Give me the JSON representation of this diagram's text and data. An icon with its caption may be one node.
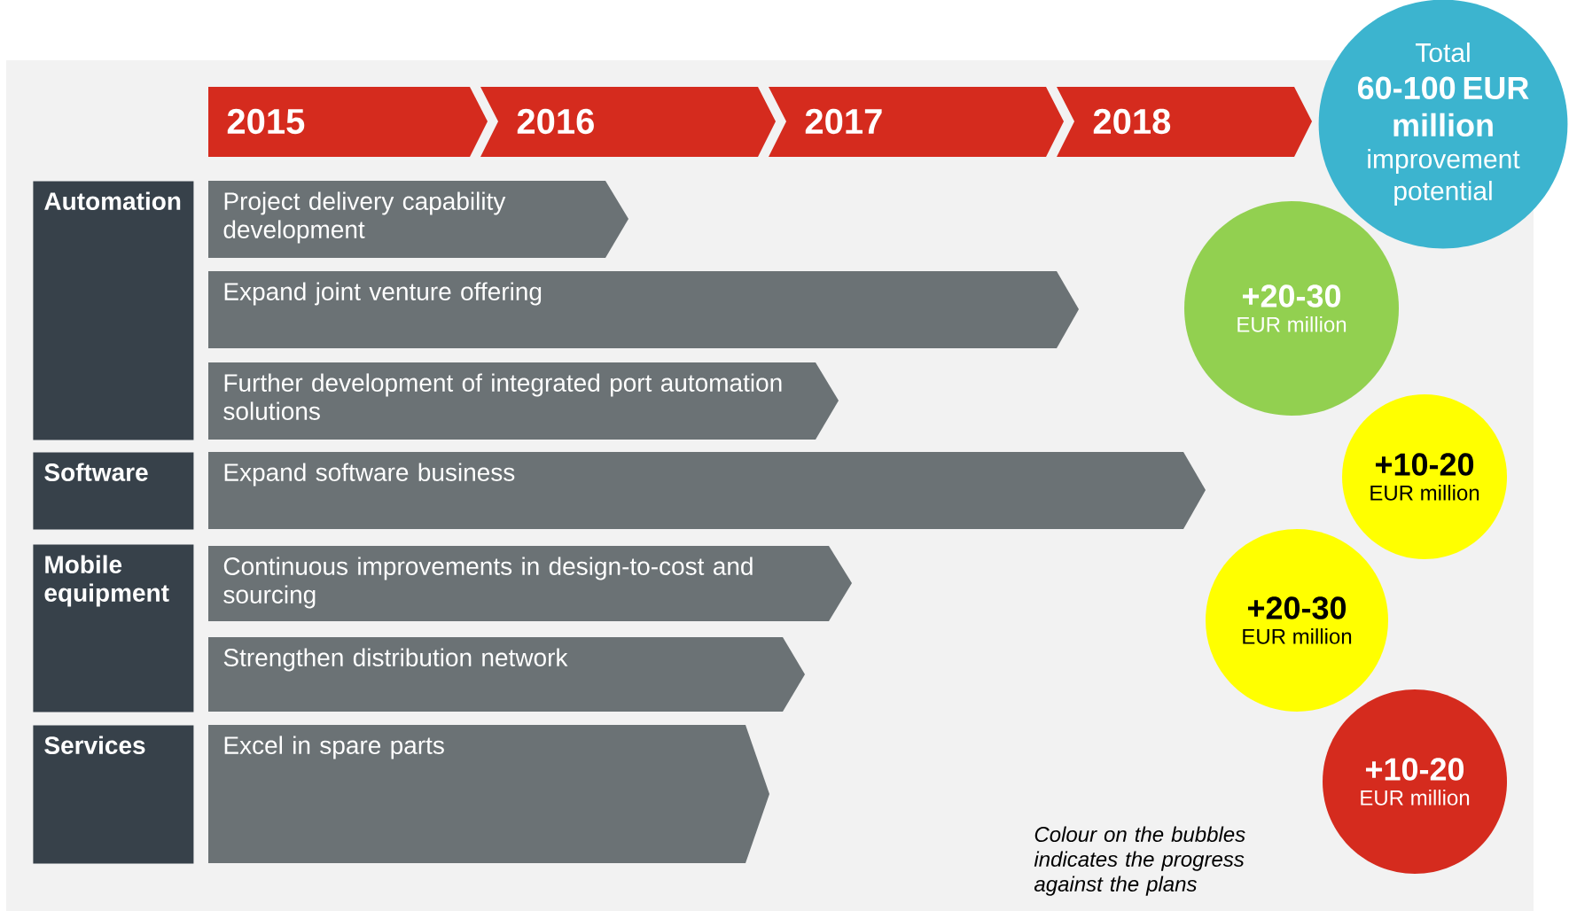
{
  "diagram": {
    "nodes": [
      {
        "text": [
          "2015"
        ]
      },
      {
        "text": [
          "2016"
        ]
      },
      {
        "text": [
          "2017"
        ]
      },
      {
        "text": [
          "2018"
        ]
      },
      {
        "text": [
          "Automation"
        ]
      },
      {
        "text": [
          "Software"
        ]
      },
      {
        "text": [
          "Mobile equipment"
        ]
      },
      {
        "text": [
          "Services"
        ]
      },
      {
        "text": [
          "Project delivery capability development"
        ]
      },
      {
        "text": [
          "Expand joint venture offering"
        ]
      },
      {
        "text": [
          "Further development of integrated port automation solutions"
        ]
      },
      {
        "text": [
          "Expand software business"
        ]
      },
      {
        "text": [
          "Continuous improvements in design-to-cost and sourcing"
        ]
      },
      {
        "text": [
          "Strengthen distribution network"
        ]
      },
      {
        "text": [
          "Excel in spare parts"
        ]
      },
      {
        "text": [
          "Total",
          "60-100 EUR million",
          "improvement potential"
        ]
      },
      {
        "text": [
          "+20-30",
          "EUR million"
        ]
      },
      {
        "text": [
          "+10-20",
          "EUR million"
        ]
      },
      {
        "text": [
          "+20-30",
          "EUR million"
        ]
      },
      {
        "text": [
          "+10-20",
          "EUR million"
        ]
      }
    ],
    "edges": [],
    "labels": [
      "Colour on the bubbles indicates the progress against the plans"
    ]
  }
}
